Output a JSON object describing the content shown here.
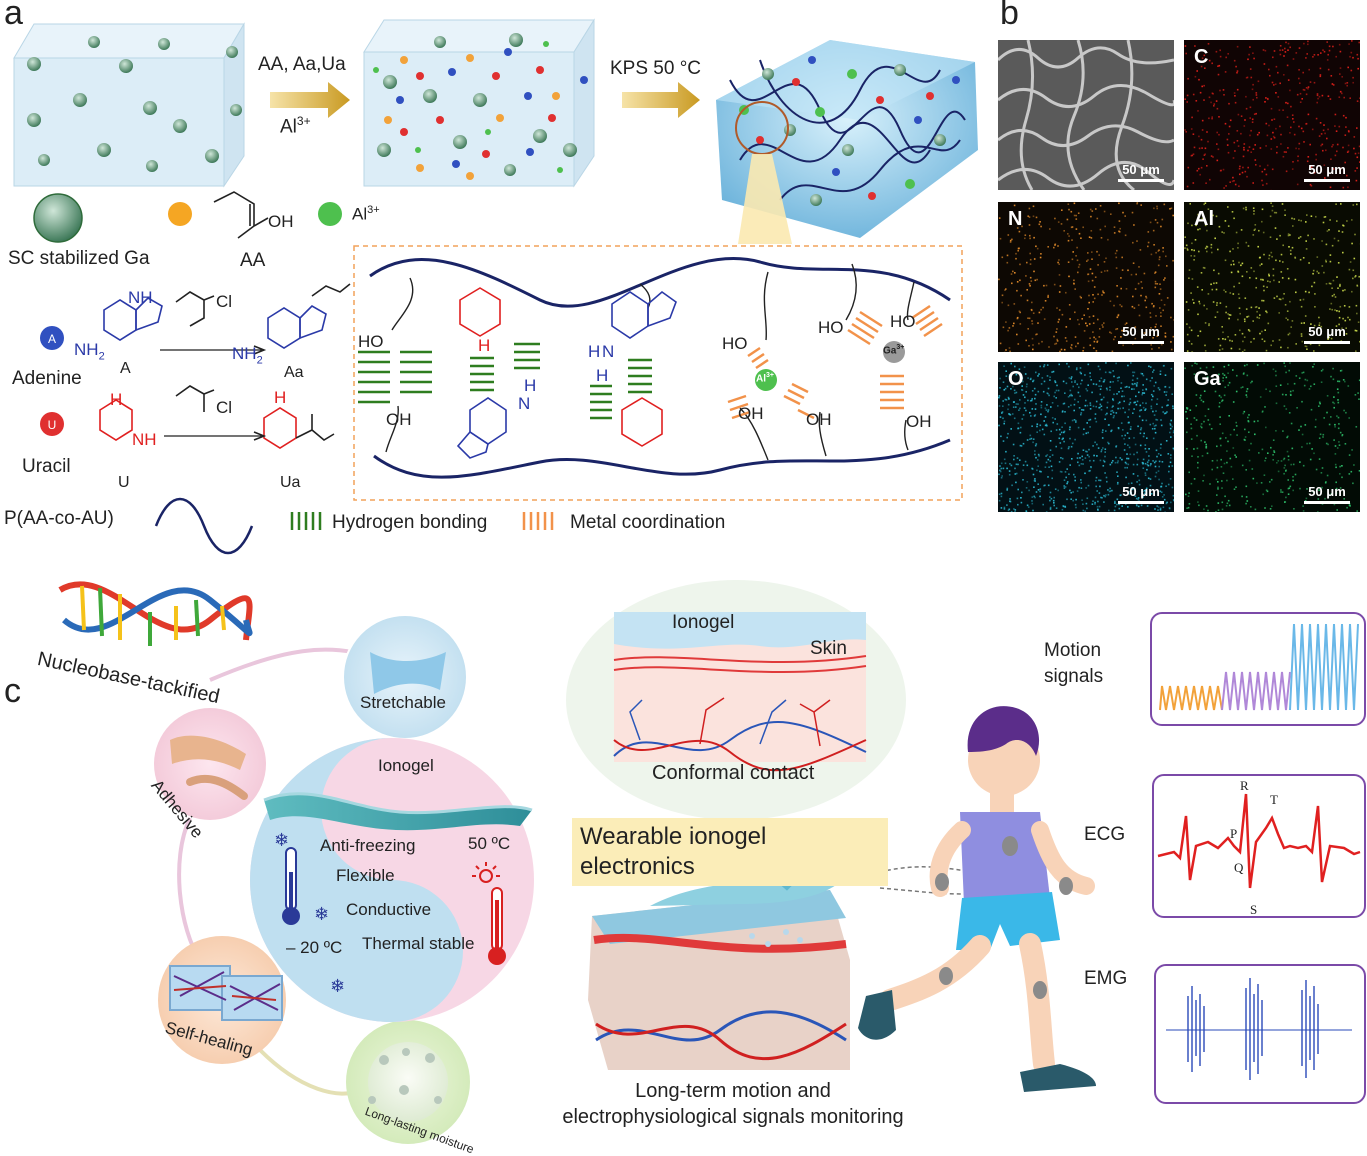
{
  "panel_a": {
    "letter": "a",
    "step1_top": "AA, Aa,Ua",
    "step1_bottom": "Al",
    "step1_bottom_sup": "3+",
    "step2": "KPS 50 °C",
    "legend_sc": "SC stabilized",
    "legend_ga": "Ga",
    "legend_aa": "AA",
    "legend_al": "Al",
    "legend_al_sup": "3+",
    "adenine_label": "Adenine",
    "adenine_a": "A",
    "adenine_aa": "Aa",
    "uracil_label": "Uracil",
    "uracil_u": "U",
    "uracil_ua": "Ua",
    "acyl_cl": "Cl",
    "oh": "OH",
    "nh": "NH",
    "nh2": "NH",
    "polymer_label": "P(AA-co-AU)",
    "hbond_label": "Hydrogen bonding",
    "metal_label": "Metal coordination",
    "ion_al": "Al",
    "ion_ga": "Ga",
    "ion_sup": "3+"
  },
  "panel_b": {
    "letter": "b",
    "tiles": [
      {
        "element": "",
        "scale": "50 μm",
        "color": "#8a8a8a"
      },
      {
        "element": "C",
        "scale": "50 μm",
        "color": "#e0201a"
      },
      {
        "element": "N",
        "scale": "50 μm",
        "color": "#e08a2a"
      },
      {
        "element": "Al",
        "scale": "50 μm",
        "color": "#c8d84a"
      },
      {
        "element": "O",
        "scale": "50 μm",
        "color": "#2ab8d0"
      },
      {
        "element": "Ga",
        "scale": "50 μm",
        "color": "#2ec06a"
      }
    ]
  },
  "panel_c": {
    "letter": "c",
    "dna_label": "Nucleobase-tackified",
    "stretchable": "Stretchable",
    "adhesive": "Adhesive",
    "self_healing": "Self-healing",
    "moisture": "Long-lasting moisture",
    "ionogel": "Ionogel",
    "anti_freezing": "Anti-freezing",
    "flexible": "Flexible",
    "conductive": "Conductive",
    "thermal": "Thermal stable",
    "cold": "– 20 ºC",
    "hot": "50 ºC",
    "inset_ionogel": "Ionogel",
    "inset_skin": "Skin",
    "conformal": "Conformal contact",
    "wearable_line1": "Wearable ionogel",
    "wearable_line2": "electronics",
    "monitor_line1": "Long-term motion and",
    "monitor_line2": "electrophysiological signals monitoring",
    "motion_line1": "Motion",
    "motion_line2": "signals",
    "ecg": "ECG",
    "emg": "EMG",
    "ecg_r": "R",
    "ecg_t": "T",
    "ecg_p": "P",
    "ecg_q": "Q",
    "ecg_s": "S"
  },
  "colors": {
    "hbond": "#2e7d1f",
    "metal": "#f2924a",
    "polymer": "#1a2466",
    "box_border": "#7b4aa8",
    "uracil": "#e02020",
    "adenine": "#2b3aa8"
  }
}
